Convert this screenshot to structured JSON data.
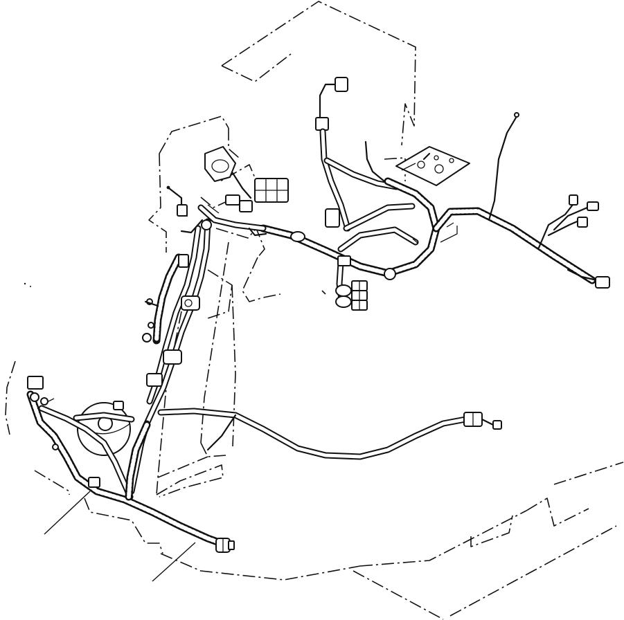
{
  "diagram": {
    "type": "wiring-harness-exploded-view",
    "colors": {
      "line": "#111111",
      "background": "#ffffff"
    },
    "components": [
      "cab-outline",
      "floor-outline",
      "main-harness",
      "right-harness-branch",
      "front-harness",
      "relay-block",
      "terminal-plate",
      "pedal-unit",
      "end-connector"
    ],
    "leader_count": 2
  }
}
